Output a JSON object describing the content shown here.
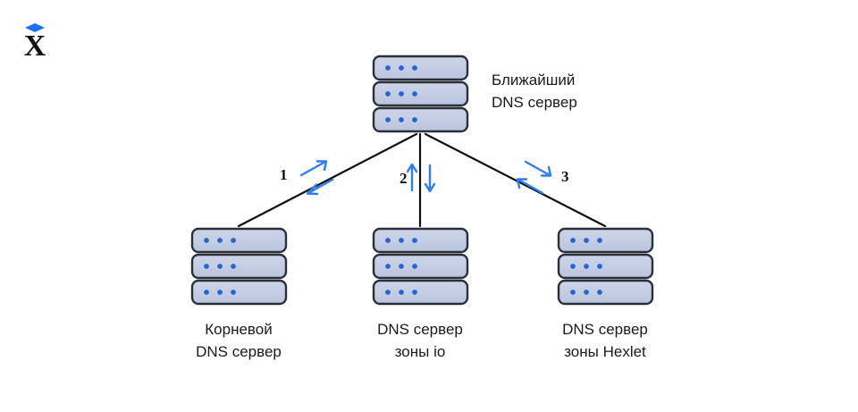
{
  "logo": {
    "name": "hexlet-logo",
    "letter": "X",
    "diamond_color": "#1b6ef3",
    "letter_color": "#111111"
  },
  "colors": {
    "server_fill": "#c3cce2",
    "server_fill_light": "#ccd4e8",
    "server_stroke": "#2b2f38",
    "server_dot": "#2267d6",
    "line": "#111111",
    "arrow": "#2f7df6",
    "text": "#1a1a1a",
    "background": "#ffffff"
  },
  "nodes": [
    {
      "id": "nearest-dns-server",
      "label_lines": [
        "Ближайший",
        "DNS сервер"
      ],
      "label_position": "right",
      "units": 3,
      "dots_per_unit": 3
    },
    {
      "id": "root-dns-server",
      "label_lines": [
        "Корневой",
        "DNS сервер"
      ],
      "label_position": "below",
      "units": 3,
      "dots_per_unit": 3
    },
    {
      "id": "io-zone-dns-server",
      "label_lines": [
        "DNS сервер",
        "зоны io"
      ],
      "label_position": "below",
      "units": 3,
      "dots_per_unit": 3
    },
    {
      "id": "hexlet-zone-dns-server",
      "label_lines": [
        "DNS сервер",
        "зоны Hexlet"
      ],
      "label_position": "below",
      "units": 3,
      "dots_per_unit": 3
    }
  ],
  "connections": [
    {
      "id": "connection-1",
      "step": "1",
      "from": "nearest-dns-server",
      "to": "root-dns-server",
      "bidirectional": true
    },
    {
      "id": "connection-2",
      "step": "2",
      "from": "nearest-dns-server",
      "to": "io-zone-dns-server",
      "bidirectional": true
    },
    {
      "id": "connection-3",
      "step": "3",
      "from": "nearest-dns-server",
      "to": "hexlet-zone-dns-server",
      "bidirectional": true
    }
  ]
}
